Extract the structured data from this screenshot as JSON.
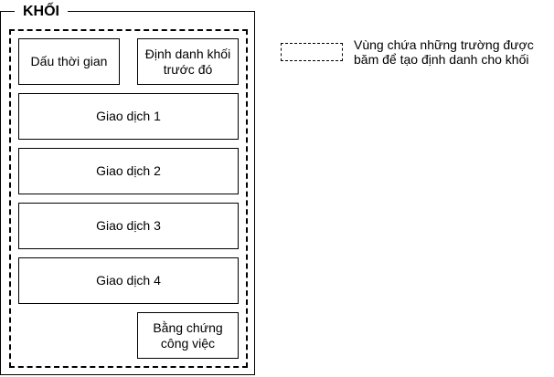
{
  "block": {
    "title": "KHỐI",
    "fields": {
      "timestamp": [
        "Dấu thời gian"
      ],
      "previous_hash": [
        "Định danh khối",
        "trước đó"
      ],
      "transactions": [
        "Giao dịch 1",
        "Giao dịch 2",
        "Giao dịch 3",
        "Giao dịch 4"
      ],
      "proof_of_work": [
        "Bằng chứng",
        "công việc"
      ]
    }
  },
  "legend": {
    "lines": [
      "Vùng chứa những trường được",
      "băm để tạo định danh cho khối"
    ]
  }
}
